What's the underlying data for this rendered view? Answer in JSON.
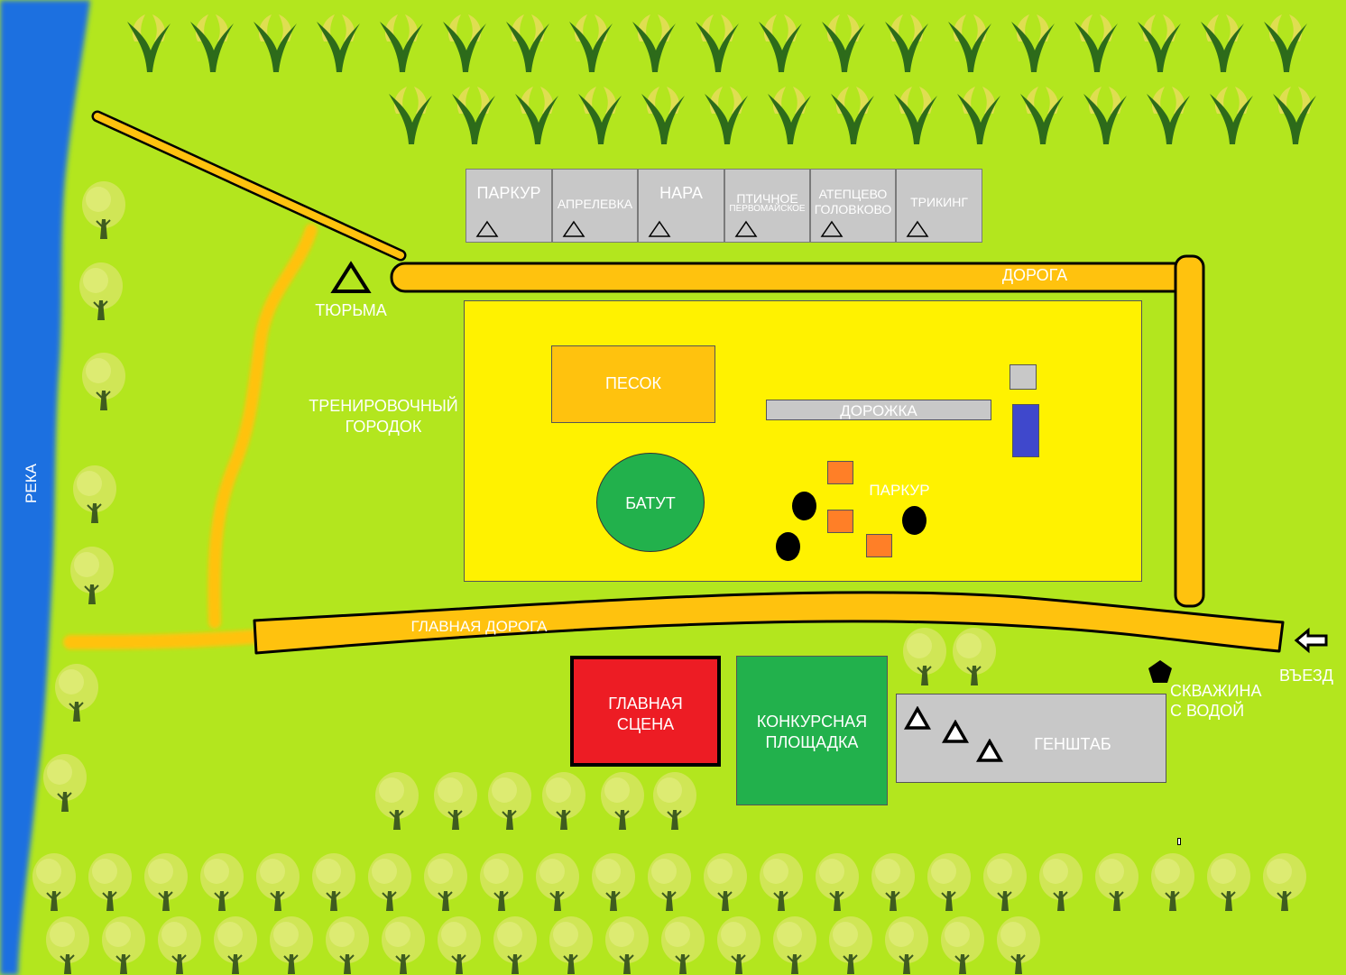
{
  "map": {
    "river_label": "РЕКА",
    "prison_label": "ТЮРЬМА",
    "road_label": "ДОРОГА",
    "main_road_label": "ГЛАВНАЯ ДОРОГА",
    "entrance_label": "ВЪЕЗД",
    "training_town_label_line1": "ТРЕНИРОВОЧНЫЙ",
    "training_town_label_line2": "ГОРОДОК",
    "sand_label": "ПЕСОК",
    "track_label": "ДОРОЖКА",
    "trampoline_label": "БАТУТ",
    "parkour_area_label": "ПАРКУР",
    "main_stage_line1": "ГЛАВНАЯ",
    "main_stage_line2": "СЦЕНА",
    "contest_area_line1": "КОНКУРСНАЯ",
    "contest_area_line2": "ПЛОЩАДКА",
    "hq_label": "ГЕНШТАБ",
    "well_line1": "СКВАЖИНА",
    "well_line2": "С ВОДОЙ"
  },
  "camps": [
    {
      "name": "ПАРКУР",
      "sub": ""
    },
    {
      "name": "АПРЕЛЕВКА",
      "sub": ""
    },
    {
      "name": "НАРА",
      "sub": ""
    },
    {
      "name": "ПТИЧНОЕ",
      "sub": "ПЕРВОМАЙСКОЕ"
    },
    {
      "name": "АТЕПЦЕВО",
      "sub": "ГОЛОВКОВО"
    },
    {
      "name": "ТРИКИНГ",
      "sub": ""
    }
  ],
  "colors": {
    "grass": "#b3e61e",
    "river": "#1a6fe0",
    "road": "#ffc20e",
    "training_area": "#fff200",
    "sand": "#ffc20e",
    "trampoline": "#22b14c",
    "main_stage": "#ed1c24",
    "contest_area": "#22b14c",
    "hq": "#c8c8c8",
    "parkour_box": "#ff7f27",
    "blue_block": "#3f48cc"
  },
  "icons": {
    "tent": "triangle-icon",
    "tree": "tree-icon",
    "sprout": "sprout-icon",
    "well": "pentagon-icon",
    "entrance_arrow": "arrow-left-icon"
  }
}
